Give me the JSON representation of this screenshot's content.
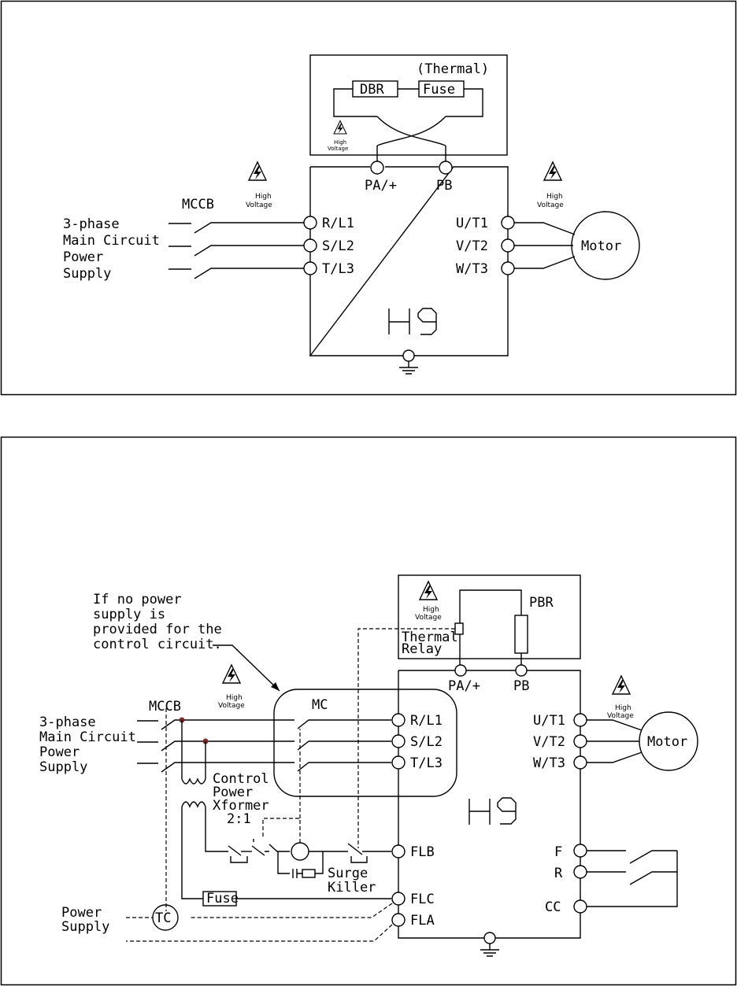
{
  "fig1": {
    "thermal_label": "(Thermal)",
    "dbr_label": "DBR",
    "fuse_label": "Fuse",
    "high_voltage_line1": "High",
    "high_voltage_line2": "Voltage",
    "pa_label": "PA/+",
    "pb_label": "PB",
    "mccb_label": "MCCB",
    "supply_lines": [
      "3-phase",
      "Main Circuit",
      "Power",
      "Supply"
    ],
    "input_terminals": [
      "R/L1",
      "S/L2",
      "T/L3"
    ],
    "output_terminals": [
      "U/T1",
      "V/T2",
      "W/T3"
    ],
    "motor_label": "Motor",
    "drive_label": "H9"
  },
  "fig2": {
    "note_lines": [
      "If no power",
      "supply is",
      "provided for the",
      "control circuit."
    ],
    "high_voltage_line1": "High",
    "high_voltage_line2": "Voltage",
    "pbr_label": "PBR",
    "thermal_relay_lines": [
      "Thermal",
      "Relay"
    ],
    "pa_label": "PA/+",
    "pb_label": "PB",
    "mccb_label": "MCCB",
    "mc_label": "MC",
    "supply_lines": [
      "3-phase",
      "Main Circuit",
      "Power",
      "Supply"
    ],
    "input_terminals": [
      "R/L1",
      "S/L2",
      "T/L3"
    ],
    "output_terminals": [
      "U/T1",
      "V/T2",
      "W/T3"
    ],
    "motor_label": "Motor",
    "drive_label": "H9",
    "xformer_lines": [
      "Control",
      "Power",
      "Xformer",
      "2:1"
    ],
    "surge_lines": [
      "Surge",
      "Killer"
    ],
    "flb_label": "FLB",
    "flc_label": "FLC",
    "fla_label": "FLA",
    "fuse_label": "Fuse",
    "tc_label": "TC",
    "power_supply_lines": [
      "Power",
      "Supply"
    ],
    "f_label": "F",
    "r_label": "R",
    "cc_label": "CC"
  }
}
